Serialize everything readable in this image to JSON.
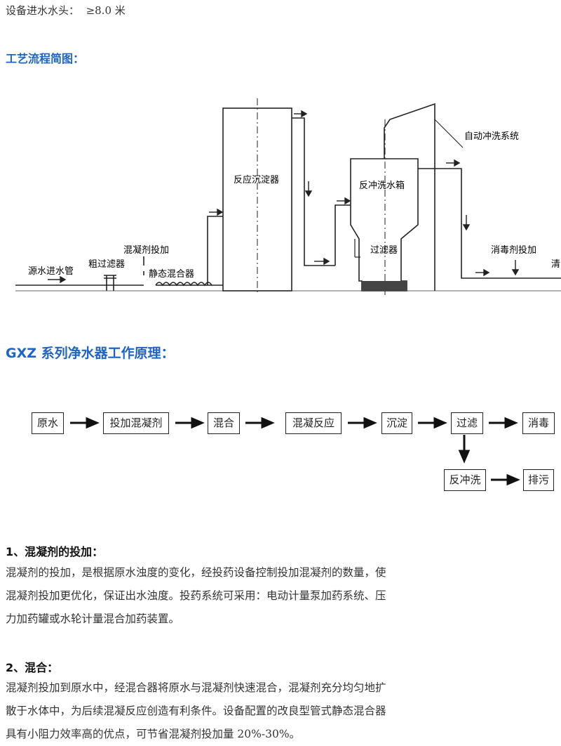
{
  "spec_line": {
    "label": "设备进水水头：",
    "value": "≥8.0 米"
  },
  "process_diagram": {
    "heading": "工艺流程简图：",
    "labels": {
      "inlet_pipe": "源水进水管",
      "coarse_filter": "粗过滤器",
      "coagulant_dosing": "混凝剂投加",
      "static_mixer": "静态混合器",
      "reaction_settler": "反应沉淀器",
      "backwash_tank": "反冲洗水箱",
      "filter": "过滤器",
      "auto_flush": "自动冲洗系统",
      "disinfectant_dosing": "消毒剂投加",
      "clear_cut": "清"
    }
  },
  "principle": {
    "heading": "GXZ 系列净水器工作原理：",
    "steps": [
      "原水",
      "投加混凝剂",
      "混合",
      "混凝反应",
      "沉淀",
      "过滤",
      "消毒"
    ],
    "branch": [
      "反冲洗",
      "排污"
    ]
  },
  "sections": [
    {
      "title": "1、混凝剂的投加：",
      "lines": [
        "混凝剂的投加，是根据原水浊度的变化，经投药设备控制投加混凝剂的数量，使",
        "混凝剂投加更优化，保证出水浊度。投药系统可采用：电动计量泵加药系统、压",
        "力加药罐或水轮计量混合加药装置。"
      ]
    },
    {
      "title": "2、混合：",
      "lines": [
        "混凝剂投加到原水中，经混合器将原水与混凝剂快速混合，混凝剂充分均匀地扩",
        "散于水体中，为后续混凝反应创造有利条件。设备配置的改良型管式静态混合器",
        "具有小阻力效率高的优点，可节省混凝剂投加量 20%-30%。"
      ]
    }
  ]
}
